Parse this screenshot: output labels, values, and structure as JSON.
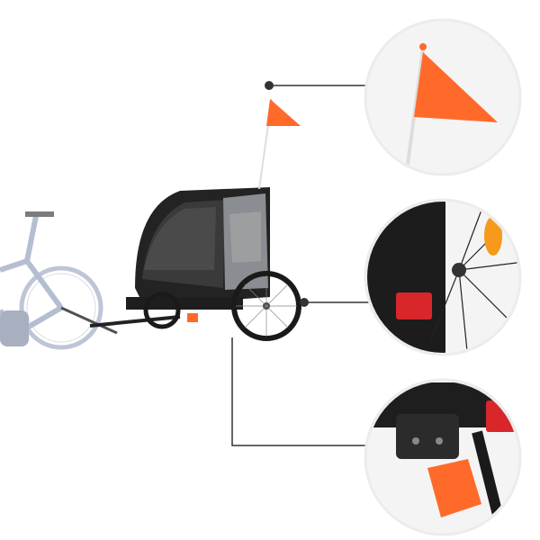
{
  "colors": {
    "background": "#ffffff",
    "callout_line": "#333333",
    "flag": "#ff6a2b",
    "trailer_frame": "#2a2a2a",
    "trailer_fabric": "#8a8d92",
    "bike": "#a9b3c9",
    "reflector_red": "#d8262a",
    "reflector_orange": "#f59a1b",
    "detail_circle_bg": "#f2f2f2"
  },
  "callouts": [
    {
      "feature": "safety-flag"
    },
    {
      "feature": "reflectors"
    },
    {
      "feature": "hitch-brake-pedal"
    }
  ]
}
